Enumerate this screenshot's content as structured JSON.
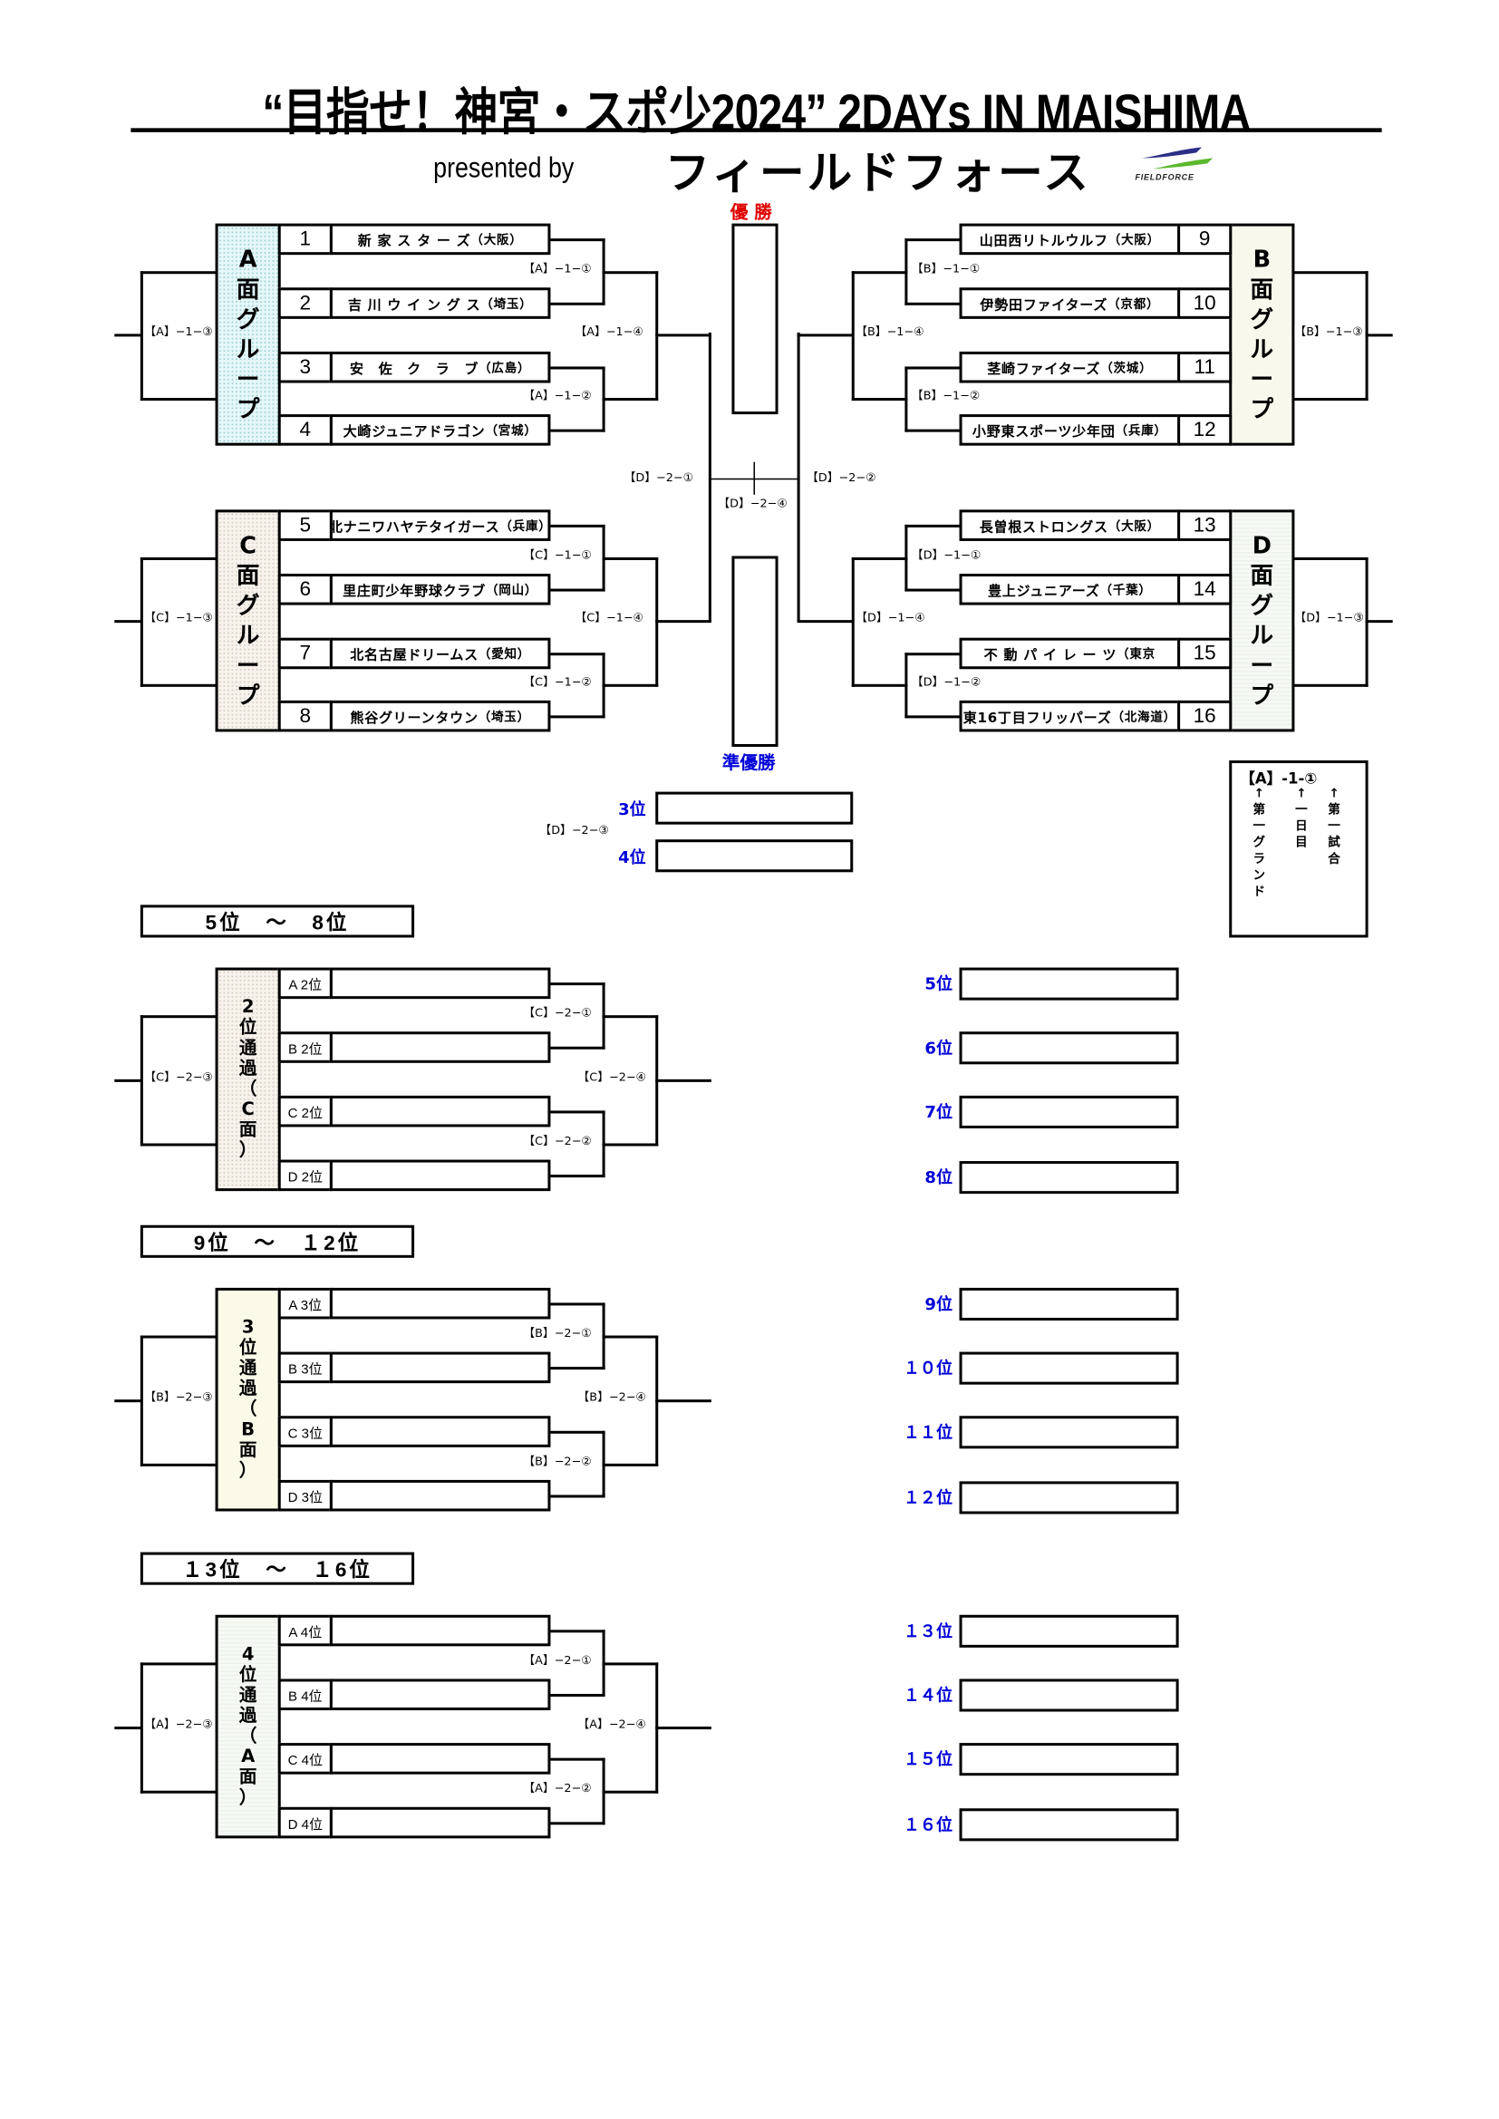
{
  "header": {
    "title": "“目指せ！神宮・スポ少2024”  2DAYs IN MAISHIMA",
    "presented_by": "presented   by",
    "sponsor": "フィールドフォース",
    "sponsor_logo_text": "FIELDFORCE"
  },
  "colors": {
    "champion_label": "#e00000",
    "rank_label": "#0000d8",
    "group_a_bg": "#e6f7f8",
    "group_b_bg": "#f9f8ec",
    "group_c_bg": "#f7f2ec",
    "group_d_bg": "#edf3ec"
  },
  "groups": {
    "A": {
      "label": [
        "A",
        "面",
        "グ",
        "ル",
        "ー",
        "プ"
      ],
      "teams": [
        {
          "no": "1",
          "name": "新 家 ス タ ー ズ",
          "pref": "（大阪）"
        },
        {
          "no": "2",
          "name": "吉 川 ウ イ ン グ ス",
          "pref": "（埼玉）"
        },
        {
          "no": "3",
          "name": "安　佐　ク　ラ　ブ",
          "pref": "（広島）"
        },
        {
          "no": "4",
          "name": "大崎ジュニアドラゴン",
          "pref": "（宮城）"
        }
      ],
      "codes": {
        "m1": "【A】−1−①",
        "m2": "【A】−1−②",
        "m3": "【A】−1−③",
        "m4": "【A】−1−④"
      }
    },
    "B": {
      "label": [
        "B",
        "面",
        "グ",
        "ル",
        "ー",
        "プ"
      ],
      "teams": [
        {
          "no": "9",
          "name": "山田西リトルウルフ",
          "pref": "（大阪）"
        },
        {
          "no": "10",
          "name": "伊勢田ファイターズ",
          "pref": "（京都）"
        },
        {
          "no": "11",
          "name": "茎崎ファイターズ",
          "pref": "（茨城）"
        },
        {
          "no": "12",
          "name": "小野東スポーツ少年団",
          "pref": "（兵庫）"
        }
      ],
      "codes": {
        "m1": "【B】−1−①",
        "m2": "【B】−1−②",
        "m3": "【B】−1−③",
        "m4": "【B】−1−④"
      }
    },
    "C": {
      "label": [
        "C",
        "面",
        "グ",
        "ル",
        "ー",
        "プ"
      ],
      "teams": [
        {
          "no": "5",
          "name": "北ナニワハヤテタイガース",
          "pref": "（兵庫）"
        },
        {
          "no": "6",
          "name": "里庄町少年野球クラブ",
          "pref": "（岡山）"
        },
        {
          "no": "7",
          "name": "北名古屋ドリームス",
          "pref": "（愛知）"
        },
        {
          "no": "8",
          "name": "熊谷グリーンタウン",
          "pref": "（埼玉）"
        }
      ],
      "codes": {
        "m1": "【C】−1−①",
        "m2": "【C】−1−②",
        "m3": "【C】−1−③",
        "m4": "【C】−1−④"
      }
    },
    "D": {
      "label": [
        "D",
        "面",
        "グ",
        "ル",
        "ー",
        "プ"
      ],
      "teams": [
        {
          "no": "13",
          "name": "長曽根ストロングス",
          "pref": "（大阪）"
        },
        {
          "no": "14",
          "name": "豊上ジュニアーズ",
          "pref": "（千葉）"
        },
        {
          "no": "15",
          "name": "不 動 パ イ レ ー ツ",
          "pref": "（東京"
        },
        {
          "no": "16",
          "name": "東16丁目フリッパーズ",
          "pref": "（北海道）"
        }
      ],
      "codes": {
        "m1": "【D】−1−①",
        "m2": "【D】−1−②",
        "m3": "【D】−1−③",
        "m4": "【D】−1−④"
      }
    }
  },
  "finals": {
    "champion_label": "優 勝",
    "runner_up_label": "準優勝",
    "semi_left": "【D】−2−①",
    "semi_right": "【D】−2−②",
    "final": "【D】−2−④",
    "third_place_match": "【D】−2−③",
    "third_label": "3位",
    "fourth_label": "4位"
  },
  "legend": {
    "code": "【A】-1-①",
    "arrow": "↑",
    "ground": [
      "第",
      "一",
      "グ",
      "ラ",
      "ン",
      "ド"
    ],
    "day": [
      "一",
      "日",
      "目"
    ],
    "match": [
      "第",
      "一",
      "試",
      "合"
    ]
  },
  "placements": [
    {
      "title": "5位　～　8位",
      "label": [
        "2",
        "位",
        "通",
        "過",
        "（",
        "C",
        "面",
        "）"
      ],
      "seeds": [
        "A 2位",
        "B 2位",
        "C 2位",
        "D 2位"
      ],
      "codes": {
        "m1": "【C】−2−①",
        "m2": "【C】−2−②",
        "m3": "【C】−2−③",
        "m4": "【C】−2−④"
      },
      "ranks": [
        "5位",
        "6位",
        "7位",
        "8位"
      ]
    },
    {
      "title": "9位　～　１2位",
      "label": [
        "3",
        "位",
        "通",
        "過",
        "（",
        "B",
        "面",
        "）"
      ],
      "seeds": [
        "A 3位",
        "B 3位",
        "C 3位",
        "D 3位"
      ],
      "codes": {
        "m1": "【B】−2−①",
        "m2": "【B】−2−②",
        "m3": "【B】−2−③",
        "m4": "【B】−2−④"
      },
      "ranks": [
        "9位",
        "１０位",
        "１１位",
        "１２位"
      ]
    },
    {
      "title": "１3位　～　１6位",
      "label": [
        "4",
        "位",
        "通",
        "過",
        "（",
        "A",
        "面",
        "）"
      ],
      "seeds": [
        "A 4位",
        "B 4位",
        "C 4位",
        "D 4位"
      ],
      "codes": {
        "m1": "【A】−2−①",
        "m2": "【A】−2−②",
        "m3": "【A】−2−③",
        "m4": "【A】−2−④"
      },
      "ranks": [
        "１３位",
        "１４位",
        "１５位",
        "１６位"
      ]
    }
  ]
}
